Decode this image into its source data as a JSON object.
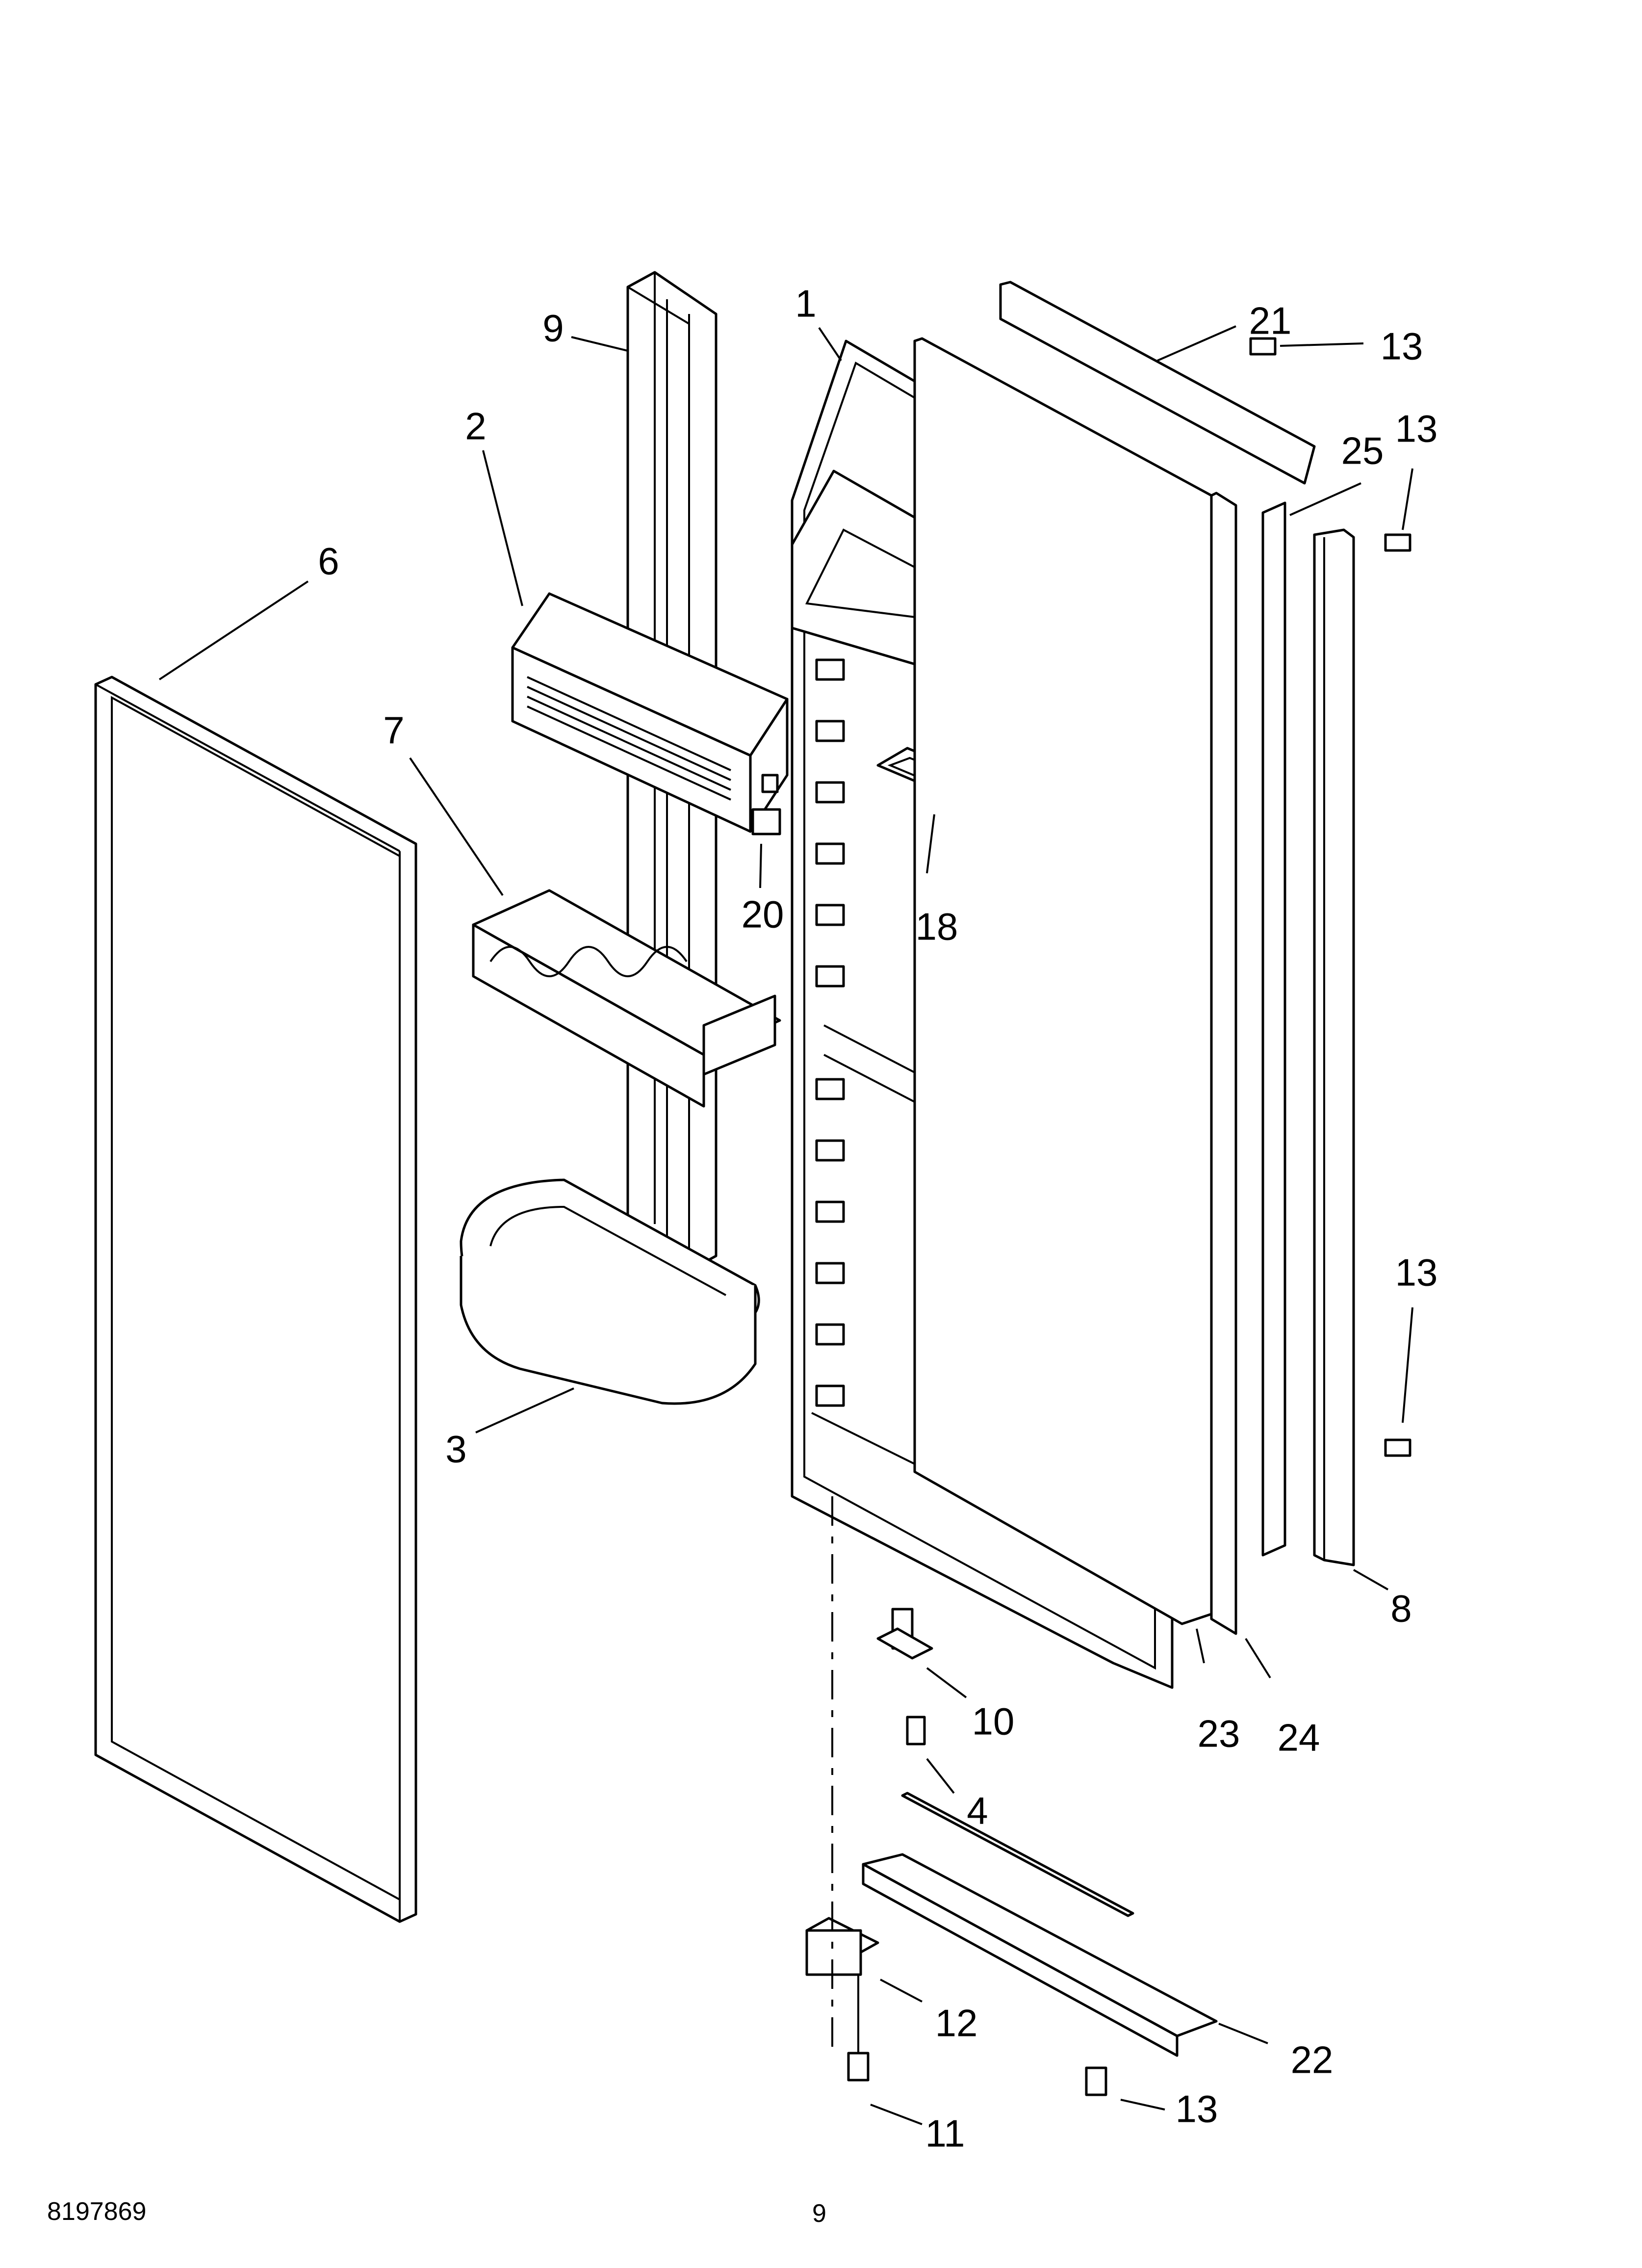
{
  "diagram": {
    "callouts": [
      {
        "id": "1",
        "text": "1"
      },
      {
        "id": "2",
        "text": "2"
      },
      {
        "id": "3",
        "text": "3"
      },
      {
        "id": "4",
        "text": "4"
      },
      {
        "id": "6",
        "text": "6"
      },
      {
        "id": "7",
        "text": "7"
      },
      {
        "id": "8",
        "text": "8"
      },
      {
        "id": "9",
        "text": "9"
      },
      {
        "id": "10",
        "text": "10"
      },
      {
        "id": "11",
        "text": "11"
      },
      {
        "id": "12",
        "text": "12"
      },
      {
        "id": "13a",
        "text": "13"
      },
      {
        "id": "13b",
        "text": "13"
      },
      {
        "id": "13c",
        "text": "13"
      },
      {
        "id": "13d",
        "text": "13"
      },
      {
        "id": "18",
        "text": "18"
      },
      {
        "id": "20",
        "text": "20"
      },
      {
        "id": "21",
        "text": "21"
      },
      {
        "id": "22",
        "text": "22"
      },
      {
        "id": "23",
        "text": "23"
      },
      {
        "id": "24",
        "text": "24"
      },
      {
        "id": "25",
        "text": "25"
      }
    ]
  },
  "footer": {
    "doc_number": "8197869",
    "page_number": "9"
  }
}
